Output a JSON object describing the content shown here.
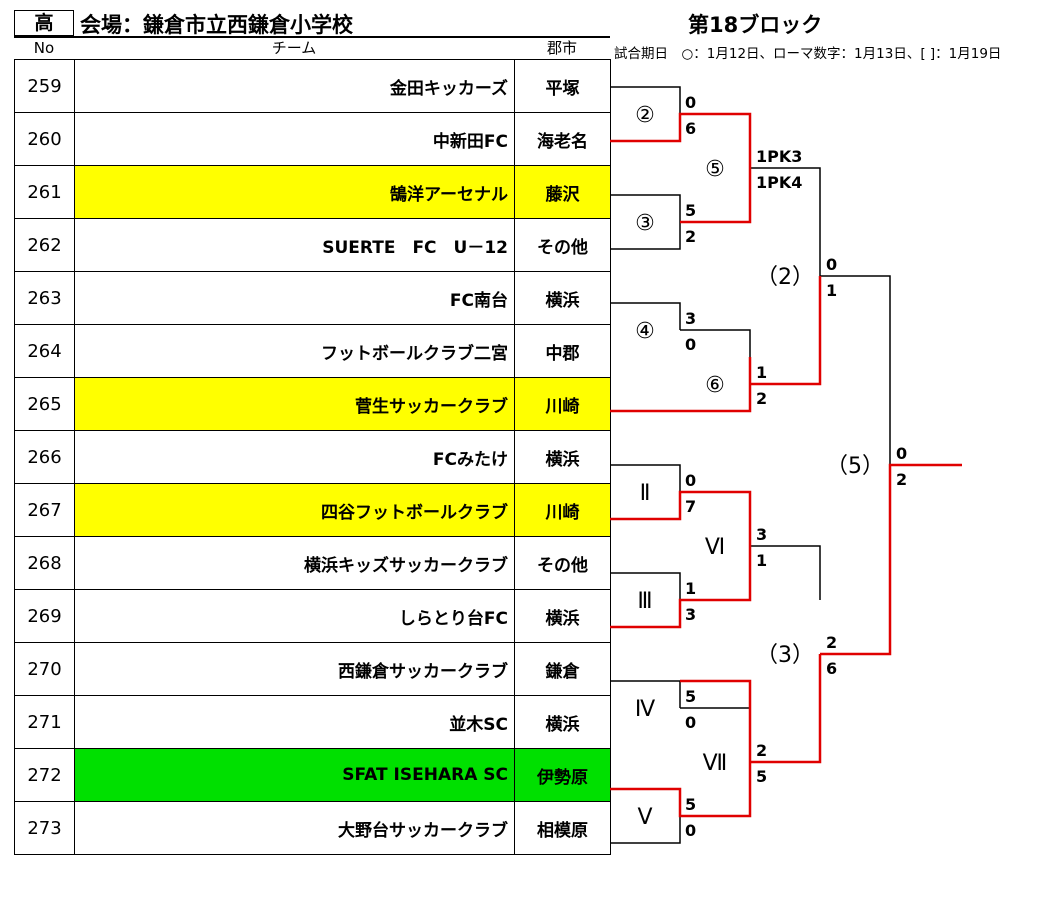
{
  "header": {
    "grade": "高",
    "venue": "会場：鎌倉市立西鎌倉小学校",
    "block": "第18ブロック",
    "legend": "試合期日　○：1月12日、ローマ数字：1月13日、[ ]：1月19日"
  },
  "columns": {
    "no": "No",
    "team": "チーム",
    "area": "郡市"
  },
  "teams": [
    {
      "no": "259",
      "name": "金田キッカーズ",
      "area": "平塚",
      "highlight": ""
    },
    {
      "no": "260",
      "name": "中新田FC",
      "area": "海老名",
      "highlight": ""
    },
    {
      "no": "261",
      "name": "鵠洋アーセナル",
      "area": "藤沢",
      "highlight": "yellow"
    },
    {
      "no": "262",
      "name": "SUERTE　FC　U－12",
      "area": "その他",
      "highlight": ""
    },
    {
      "no": "263",
      "name": "FC南台",
      "area": "横浜",
      "highlight": ""
    },
    {
      "no": "264",
      "name": "フットボールクラブ二宮",
      "area": "中郡",
      "highlight": ""
    },
    {
      "no": "265",
      "name": "菅生サッカークラブ",
      "area": "川崎",
      "highlight": "yellow"
    },
    {
      "no": "266",
      "name": "FCみたけ",
      "area": "横浜",
      "highlight": ""
    },
    {
      "no": "267",
      "name": "四谷フットボールクラブ",
      "area": "川崎",
      "highlight": "yellow"
    },
    {
      "no": "268",
      "name": "横浜キッズサッカークラブ",
      "area": "その他",
      "highlight": ""
    },
    {
      "no": "269",
      "name": "しらとり台FC",
      "area": "横浜",
      "highlight": ""
    },
    {
      "no": "270",
      "name": "西鎌倉サッカークラブ",
      "area": "鎌倉",
      "highlight": ""
    },
    {
      "no": "271",
      "name": "並木SC",
      "area": "横浜",
      "highlight": ""
    },
    {
      "no": "272",
      "name": "SFAT ISEHARA SC",
      "area": "伊勢原",
      "highlight": "green"
    },
    {
      "no": "273",
      "name": "大野台サッカークラブ",
      "area": "相模原",
      "highlight": ""
    }
  ],
  "bracket": {
    "match_labels": [
      "②",
      "③",
      "④",
      "Ⅱ",
      "Ⅲ",
      "Ⅳ",
      "Ⅴ",
      "⑤",
      "⑥",
      "Ⅵ",
      "Ⅶ",
      "（2）",
      "（3）",
      "（5）"
    ],
    "scores": [
      "0",
      "6",
      "5",
      "2",
      "3",
      "0",
      "0",
      "7",
      "1",
      "3",
      "5",
      "0",
      "5",
      "0",
      "1PK3",
      "1PK4",
      "1",
      "2",
      "3",
      "1",
      "2",
      "5",
      "0",
      "1",
      "2",
      "6",
      "0",
      "2"
    ]
  },
  "colors": {
    "winner_line": "#e00000",
    "line": "#000000",
    "highlight_yellow": "#ffff00",
    "highlight_green": "#00e000"
  }
}
